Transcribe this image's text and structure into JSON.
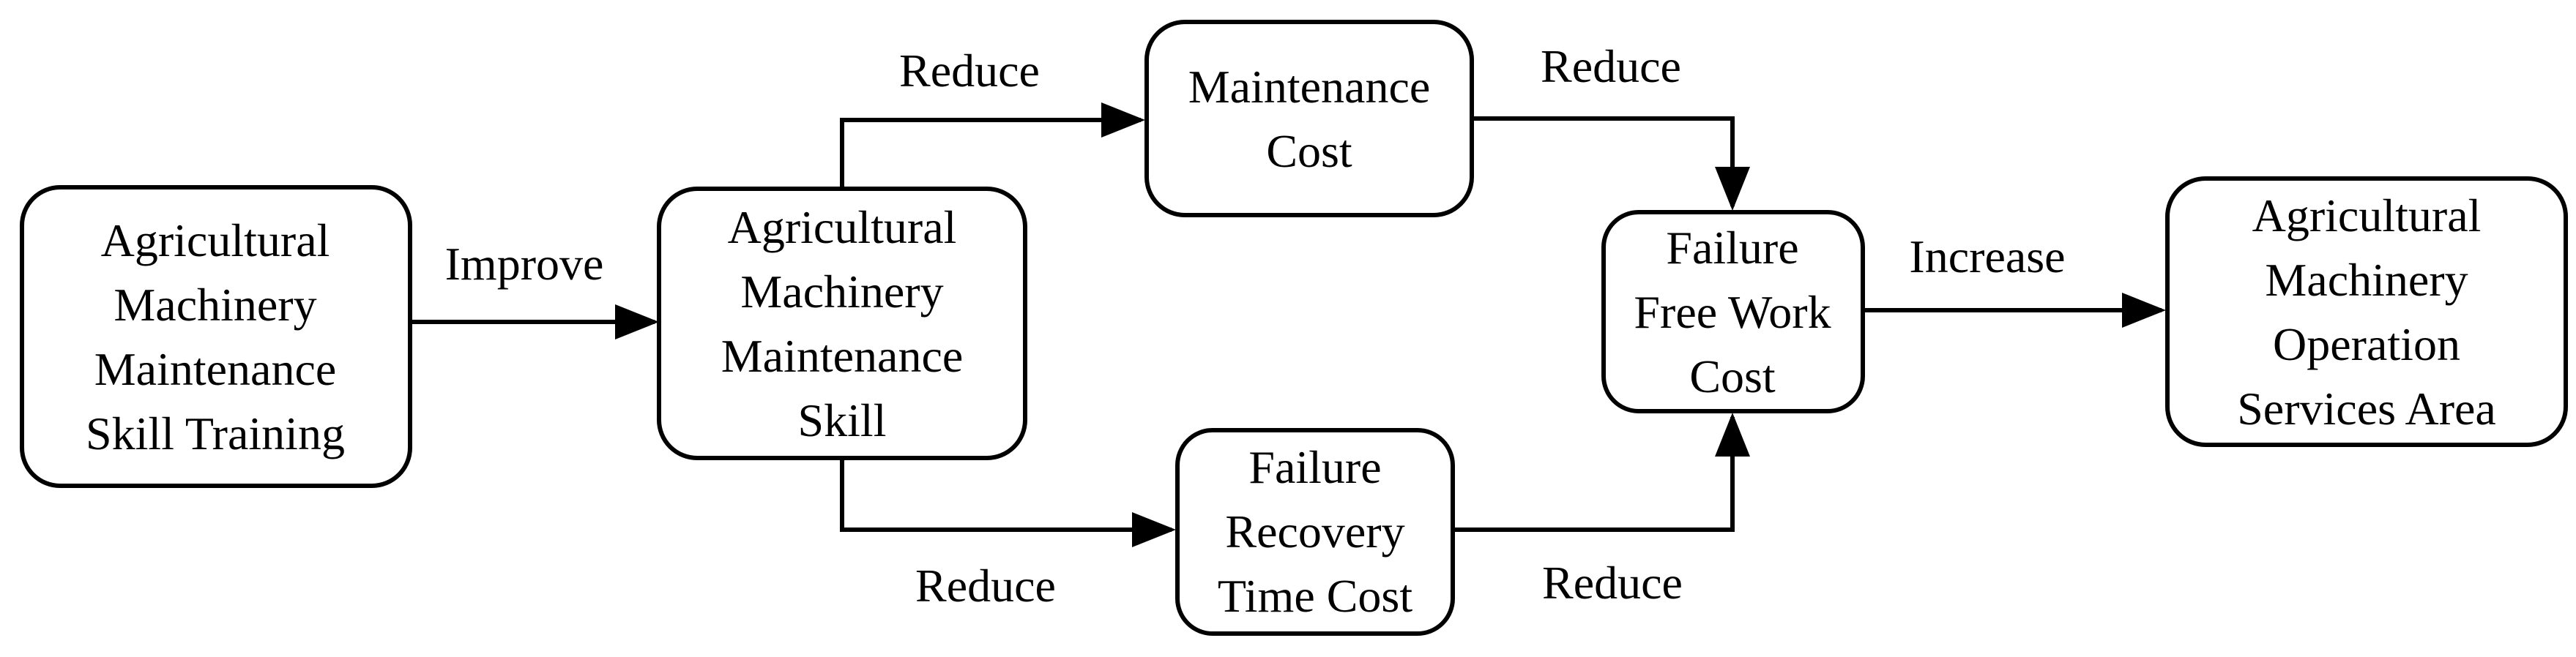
{
  "figure": {
    "type": "flow-diagram",
    "background_color": "#ffffff",
    "ink_color": "#000000"
  },
  "nodes": {
    "skill_training": {
      "lines": [
        "Agricultural",
        "Machinery",
        "Maintenance",
        "Skill Training"
      ]
    },
    "maintenance_skill": {
      "lines": [
        "Agricultural",
        "Machinery",
        "Maintenance",
        "Skill"
      ]
    },
    "maintenance_cost": {
      "lines": [
        "Maintenance",
        "Cost"
      ]
    },
    "failure_recovery_time_cost": {
      "lines": [
        "Failure",
        "Recovery",
        "Time Cost"
      ]
    },
    "failure_free_work_cost": {
      "lines": [
        "Failure",
        "Free Work",
        "Cost"
      ]
    },
    "operation_services_area": {
      "lines": [
        "Agricultural",
        "Machinery",
        "Operation",
        "Services Area"
      ]
    }
  },
  "edges": {
    "improve": {
      "label": "Improve"
    },
    "reduce_top_left": {
      "label": "Reduce"
    },
    "reduce_top_right": {
      "label": "Reduce"
    },
    "reduce_bottom_left": {
      "label": "Reduce"
    },
    "reduce_bottom_right": {
      "label": "Reduce"
    },
    "increase": {
      "label": "Increase"
    }
  }
}
